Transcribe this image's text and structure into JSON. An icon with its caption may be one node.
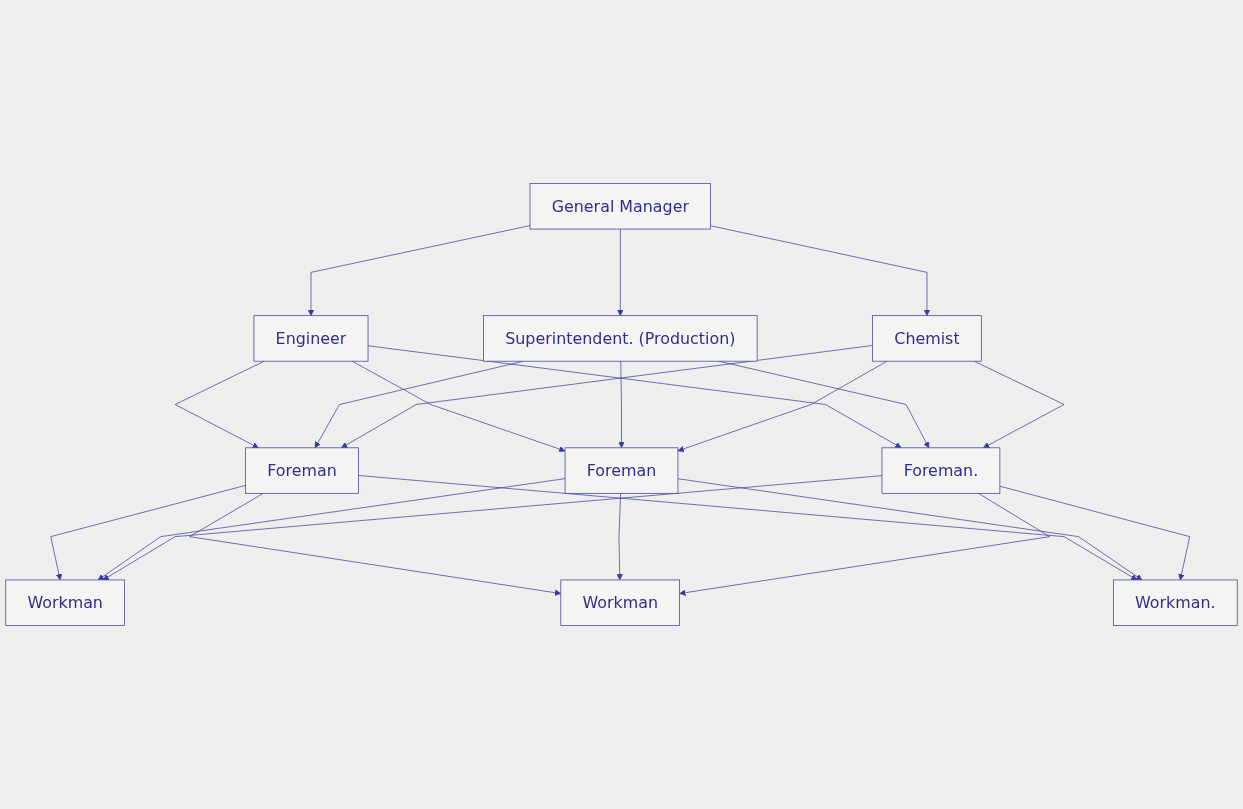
{
  "diagram": {
    "nodes": [
      {
        "text": [
          "General Manager"
        ]
      },
      {
        "text": [
          "Engineer"
        ]
      },
      {
        "text": [
          "Superintendent. (Production)"
        ]
      },
      {
        "text": [
          "Chemist"
        ]
      },
      {
        "text": [
          "Foreman"
        ]
      },
      {
        "text": [
          "Foreman"
        ]
      },
      {
        "text": [
          "Foreman."
        ]
      },
      {
        "text": [
          "Workman"
        ]
      },
      {
        "text": [
          "Workman"
        ]
      },
      {
        "text": [
          "Workman."
        ]
      }
    ],
    "edges": [
      {
        "from": 0,
        "to": 1,
        "arrow": "to"
      },
      {
        "from": 0,
        "to": 2,
        "arrow": "to"
      },
      {
        "from": 0,
        "to": 3,
        "arrow": "to"
      },
      {
        "from": 1,
        "to": 4,
        "arrow": "to"
      },
      {
        "from": 1,
        "to": 5,
        "arrow": "to"
      },
      {
        "from": 1,
        "to": 6,
        "arrow": "to"
      },
      {
        "from": 2,
        "to": 4,
        "arrow": "to"
      },
      {
        "from": 2,
        "to": 5,
        "arrow": "to"
      },
      {
        "from": 2,
        "to": 6,
        "arrow": "to"
      },
      {
        "from": 3,
        "to": 4,
        "arrow": "to"
      },
      {
        "from": 3,
        "to": 5,
        "arrow": "to"
      },
      {
        "from": 3,
        "to": 6,
        "arrow": "to"
      },
      {
        "from": 4,
        "to": 7,
        "arrow": "to"
      },
      {
        "from": 4,
        "to": 8,
        "arrow": "to"
      },
      {
        "from": 4,
        "to": 9,
        "arrow": "to"
      },
      {
        "from": 5,
        "to": 7,
        "arrow": "to"
      },
      {
        "from": 5,
        "to": 8,
        "arrow": "to"
      },
      {
        "from": 5,
        "to": 9,
        "arrow": "to"
      },
      {
        "from": 6,
        "to": 7,
        "arrow": "to"
      },
      {
        "from": 6,
        "to": 8,
        "arrow": "to"
      },
      {
        "from": 6,
        "to": 9,
        "arrow": "to"
      }
    ]
  }
}
